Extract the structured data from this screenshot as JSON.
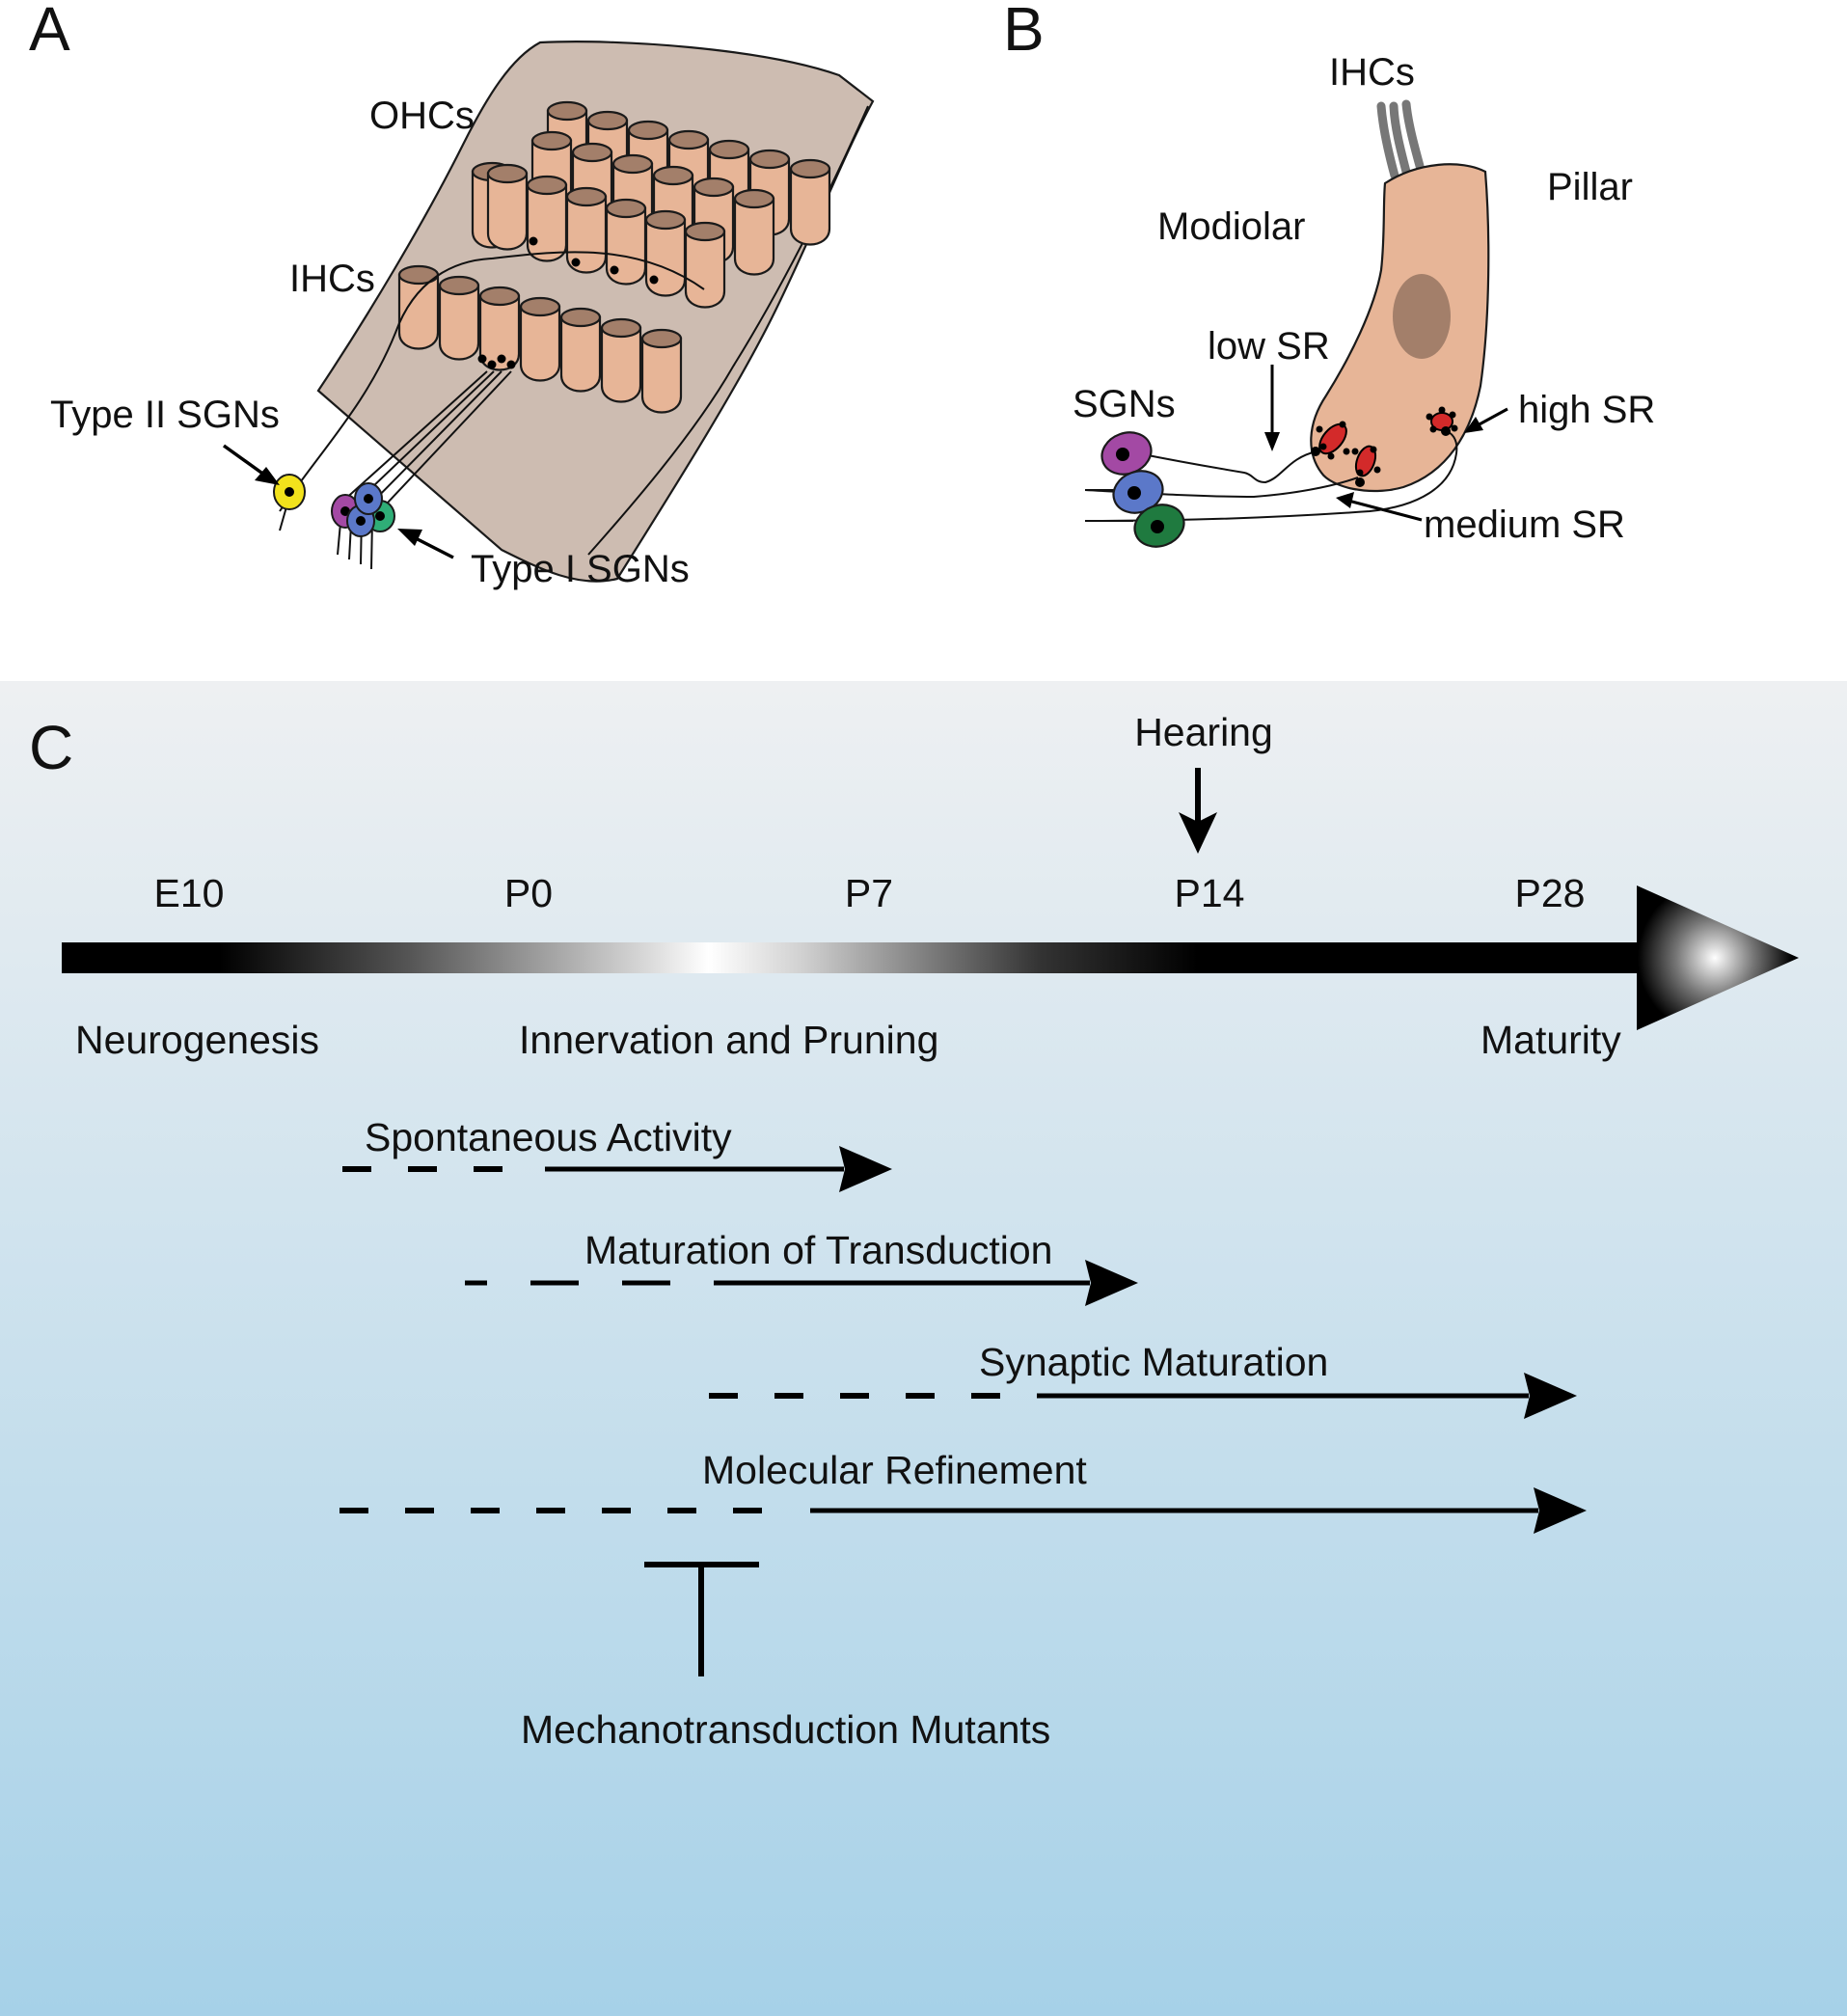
{
  "panel_a": {
    "letter": "A",
    "labels": {
      "ohcs": "OHCs",
      "ihcs": "IHCs",
      "type2": "Type II SGNs",
      "type1": "Type I SGNs"
    },
    "colors": {
      "tissue": "#cdbcb1",
      "hair_cell": "#e7b597",
      "hair_cell_top": "#a37f6a",
      "type2_sgn": "#f2e21c",
      "type1_sgns": [
        "#a349a4",
        "#5b78c9",
        "#2fae77"
      ]
    }
  },
  "panel_b": {
    "letter": "B",
    "labels": {
      "ihcs": "IHCs",
      "pillar": "Pillar",
      "modiolar": "Modiolar",
      "low_sr": "low SR",
      "sgns": "SGNs",
      "high_sr": "high SR",
      "medium_sr": "medium SR"
    },
    "colors": {
      "cell": "#e7b597",
      "nucleus": "#a37f6a",
      "stereocilia": "#777777",
      "ribbon": "#d32a2a",
      "sgns": [
        "#a349a4",
        "#5b78c9",
        "#1f7a3f"
      ]
    }
  },
  "panel_c": {
    "letter": "C",
    "hearing_label": "Hearing",
    "timepoints": [
      "E10",
      "P0",
      "P7",
      "P14",
      "P28"
    ],
    "stages": {
      "start": "Neurogenesis",
      "middle": "Innervation and Pruning",
      "end": "Maturity"
    },
    "processes": [
      {
        "label": "Spontaneous Activity"
      },
      {
        "label": "Maturation of Transduction"
      },
      {
        "label": "Synaptic Maturation"
      },
      {
        "label": "Molecular Refinement"
      }
    ],
    "inhibitor_label": "Mechanotransduction Mutants",
    "colors": {
      "background_top": "#eef0f2",
      "background_bottom": "#a6d1e8"
    }
  }
}
